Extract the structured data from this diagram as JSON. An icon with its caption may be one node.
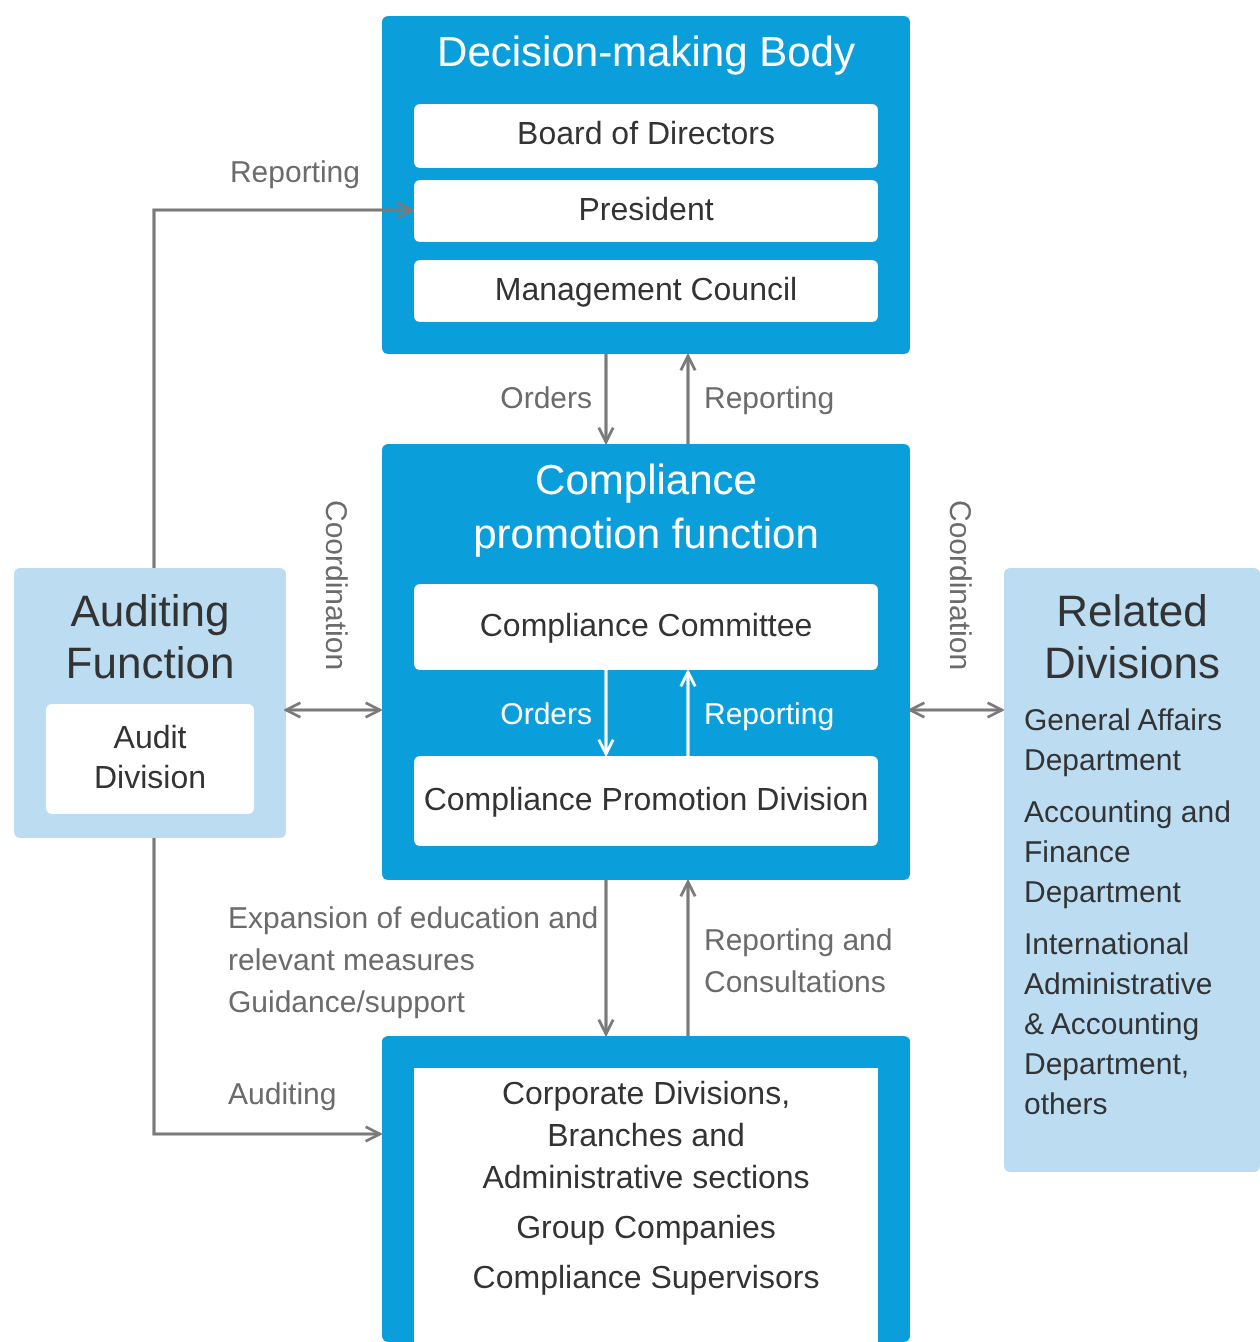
{
  "diagram": {
    "nodes": [
      {
        "text": [
          "Decision-making Body"
        ]
      },
      {
        "text": [
          "Board of Directors"
        ],
        "in": 0
      },
      {
        "text": [
          "President"
        ],
        "in": 0
      },
      {
        "text": [
          "Management Council"
        ],
        "in": 0
      },
      {
        "text": [
          "Compliance promotion function"
        ]
      },
      {
        "text": [
          "Compliance Committee"
        ],
        "in": 4
      },
      {
        "text": [
          "Compliance Promotion Division"
        ],
        "in": 4
      },
      {
        "text": [
          "Auditing Function"
        ]
      },
      {
        "text": [
          "Audit Division"
        ],
        "in": 7
      },
      {
        "text": [
          "Related Divisions",
          "General Affairs Department",
          "Accounting and Finance Department",
          "International Administrative & Accounting Department, others"
        ]
      },
      {
        "text": [
          "Corporate Divisions, Branches and Administrative sections",
          "Group Companies",
          "Compliance Supervisors"
        ]
      }
    ],
    "edges": [
      {
        "from": 7,
        "to": 2,
        "arrow": "to",
        "label": "Reporting"
      },
      {
        "from": 0,
        "to": 4,
        "arrow": "to",
        "label": "Orders"
      },
      {
        "from": 4,
        "to": 0,
        "arrow": "to",
        "label": "Reporting"
      },
      {
        "from": 7,
        "to": 4,
        "arrow": "both",
        "label": "Coordination"
      },
      {
        "from": 4,
        "to": 9,
        "arrow": "both",
        "label": "Coordination"
      },
      {
        "from": 5,
        "to": 6,
        "arrow": "to",
        "label": "Orders",
        "color": "#ffffff"
      },
      {
        "from": 6,
        "to": 5,
        "arrow": "to",
        "label": "Reporting",
        "color": "#ffffff"
      },
      {
        "from": 4,
        "to": 10,
        "arrow": "to",
        "label": "Expansion of education and relevant measures Guidance/support"
      },
      {
        "from": 10,
        "to": 4,
        "arrow": "to",
        "label": "Reporting and Consultations"
      },
      {
        "from": 7,
        "to": 10,
        "arrow": "to",
        "label": "Auditing"
      }
    ]
  }
}
